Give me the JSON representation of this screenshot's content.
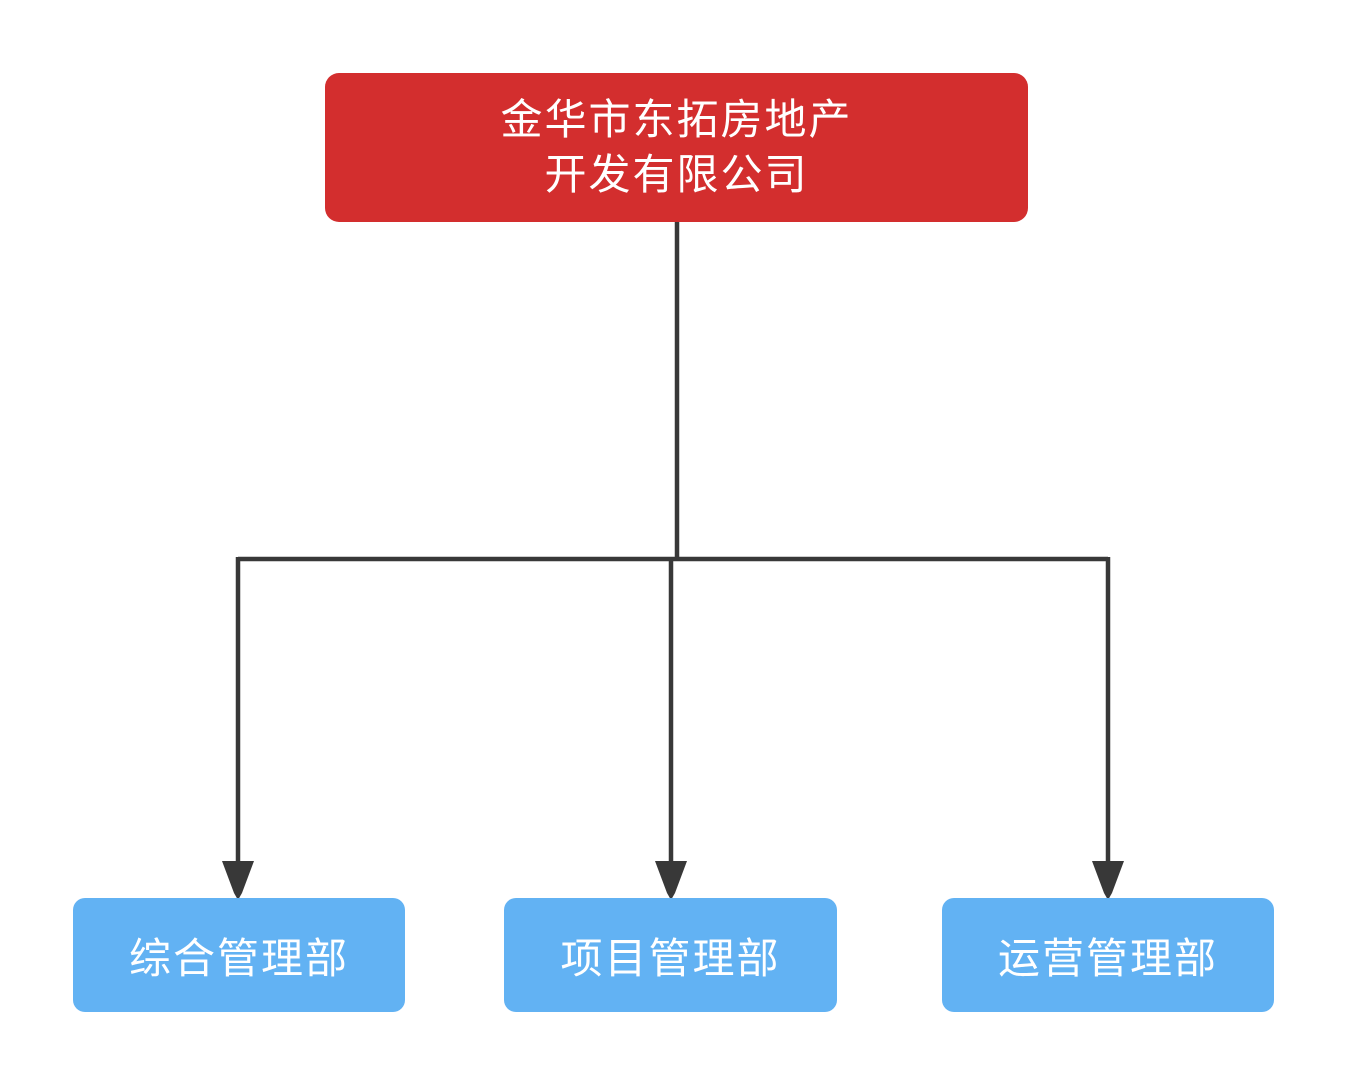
{
  "org_chart": {
    "root": {
      "line1": "金华市东拓房地产",
      "line2": "开发有限公司"
    },
    "departments": [
      {
        "label": "综合管理部"
      },
      {
        "label": "项目管理部"
      },
      {
        "label": "运营管理部"
      }
    ],
    "colors": {
      "root_bg": "#d32e2e",
      "dept_bg": "#62b2f3",
      "text": "#ffffff",
      "connector": "#383838"
    }
  }
}
